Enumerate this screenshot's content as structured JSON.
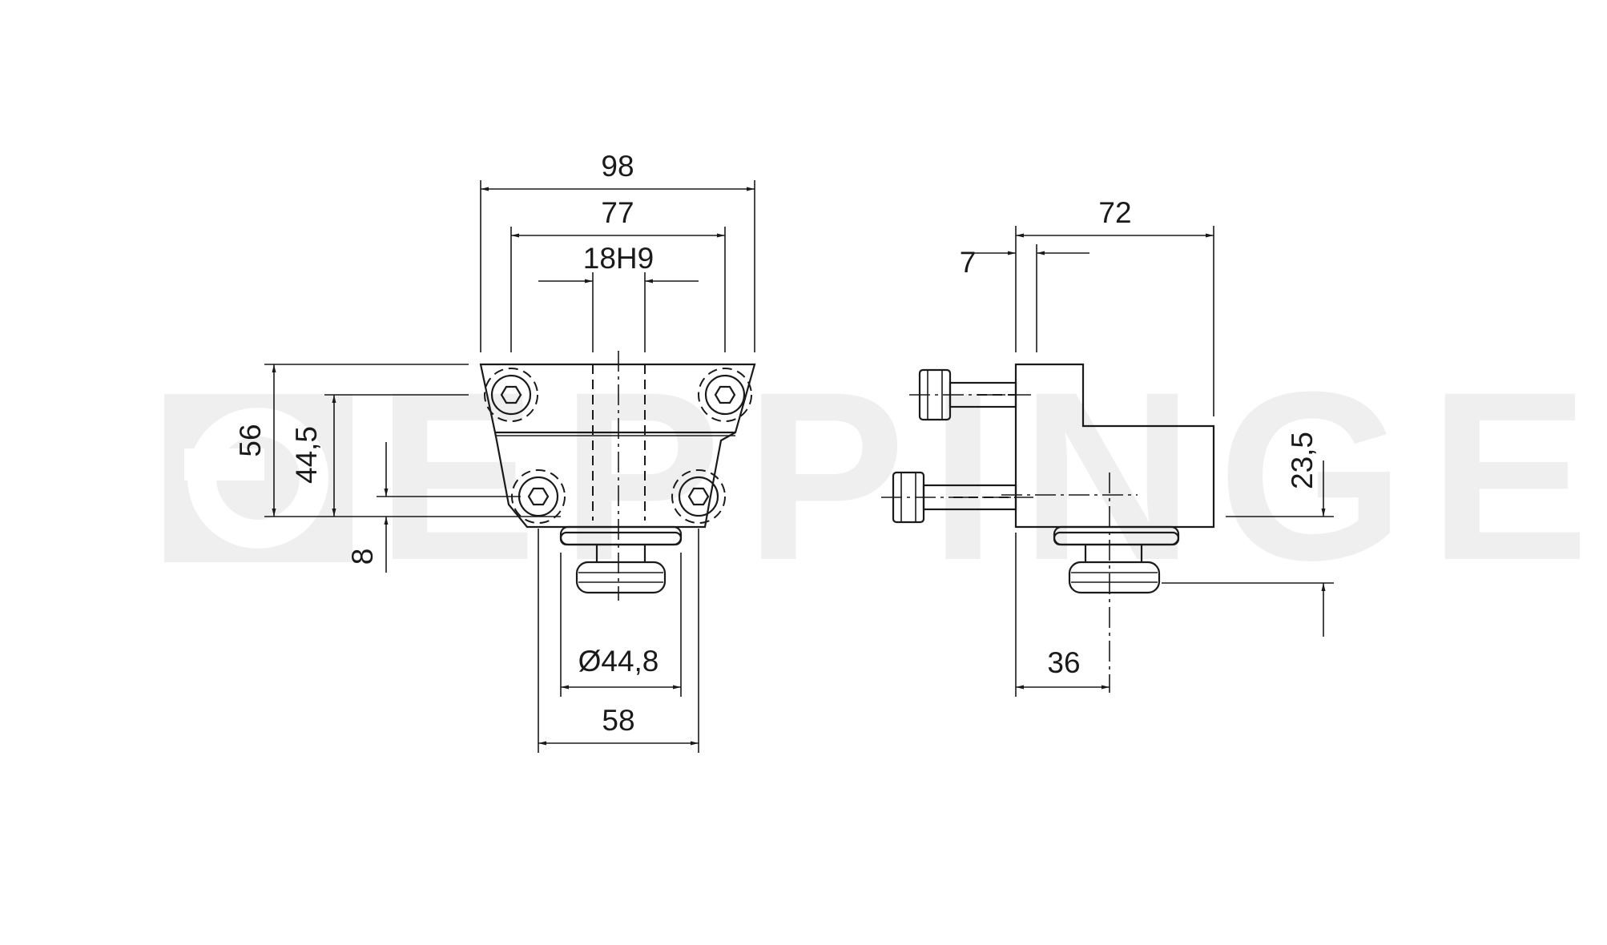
{
  "watermark": {
    "text": "EPPINGER"
  },
  "front_view": {
    "dimensions": {
      "overall_width": "98",
      "bolt_spacing": "77",
      "key_width": "18H9",
      "height": "56",
      "bolt_height": "44,5",
      "step": "8",
      "diameter": "Ø44,8",
      "bottom_width": "58"
    }
  },
  "side_view": {
    "dimensions": {
      "depth": "72",
      "flange": "7",
      "offset": "23,5",
      "center_distance": "36"
    }
  }
}
